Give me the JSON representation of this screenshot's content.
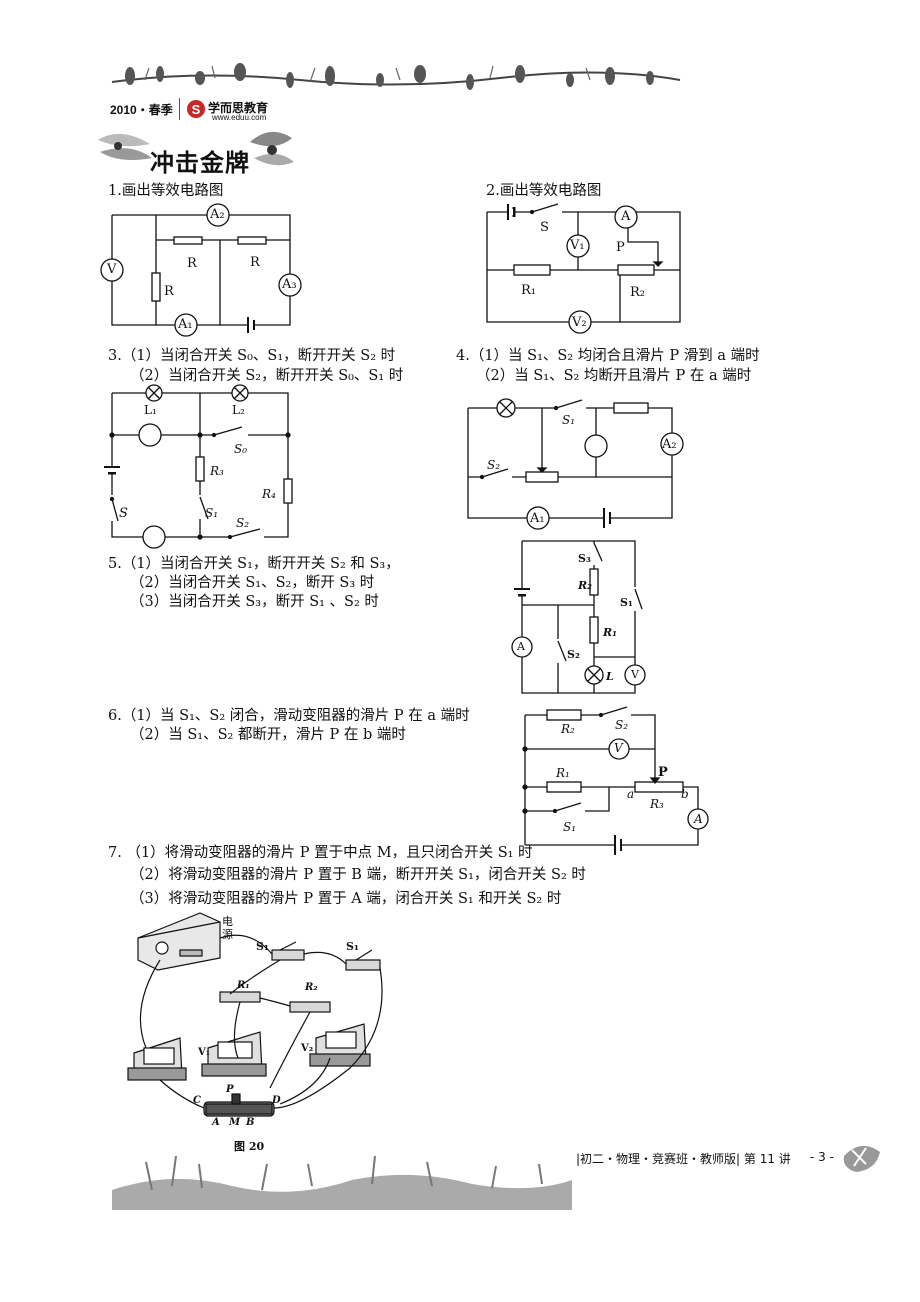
{
  "header": {
    "year_season": "2010・春季",
    "brand_name": "学而思教育",
    "brand_url": "www.eduu.com",
    "title": "冲击金牌"
  },
  "questions": {
    "q1": "1.画出等效电路图",
    "q2": "2.画出等效电路图",
    "q3_line1": "3.（1）当闭合开关 S₀、S₁，断开开关 S₂ 时",
    "q3_line2": "（2）当闭合开关 S₂，断开开关 S₀、S₁ 时",
    "q4_line1": "4.（1）当 S₁、S₂ 均闭合且滑片 P 滑到 a 端时",
    "q4_line2": "（2）当 S₁、S₂ 均断开且滑片 P 在 a 端时",
    "q5_line1": "5.（1）当闭合开关 S₁，断开开关 S₂ 和 S₃，",
    "q5_line2": "（2）当闭合开关 S₁、S₂，断开 S₃ 时",
    "q5_line3": "（3）当闭合开关 S₃，断开 S₁ 、S₂ 时",
    "q6_line1": "6.（1）当 S₁、S₂ 闭合，滑动变阻器的滑片 P 在 a 端时",
    "q6_line2": "（2）当 S₁、S₂ 都断开，滑片 P 在 b 端时",
    "q7_line1": "7. （1）将滑动变阻器的滑片 P 置于中点 M，且只闭合开关 S₁ 时",
    "q7_line2": "（2）将滑动变阻器的滑片 P 置于 B 端，断开开关 S₁，闭合开关 S₂ 时",
    "q7_line3": "（3）将滑动变阻器的滑片 P 置于 A 端，闭合开关 S₁ 和开关 S₂ 时"
  },
  "circuit_labels": {
    "c1": {
      "a2": "A₂",
      "r_top_left": "R",
      "r_top_right": "R",
      "r_left": "R",
      "a1": "A₁",
      "a3": "A₃",
      "v": "V"
    },
    "c2": {
      "s": "S",
      "a": "A",
      "v1": "V₁",
      "p": "P",
      "r1": "R₁",
      "r2": "R₂",
      "v2": "V₂"
    },
    "c3": {
      "l1": "L₁",
      "l2": "L₂",
      "s0": "S₀",
      "r3": "R₃",
      "r4": "R₄",
      "s": "S",
      "s1": "S₁",
      "s2": "S₂"
    },
    "c4": {
      "s1": "S₁",
      "s2": "S₂",
      "a2": "A₂",
      "a1": "A₁"
    },
    "c5": {
      "s3": "S₃",
      "r2": "R₂",
      "s1": "S₁",
      "r1": "R₁",
      "a": "A",
      "s2": "S₂",
      "l": "L",
      "v": "V"
    },
    "c6": {
      "r2": "R₂",
      "s2": "S₂",
      "v": "V",
      "r1": "R₁",
      "p": "P",
      "a": "a",
      "b": "b",
      "r3": "R₃",
      "s1": "S₁",
      "am": "A"
    },
    "c7": {
      "power": "电源",
      "s1": "S₁",
      "s2": "S₁",
      "r1": "R₁",
      "r2": "R₂",
      "v1": "V₁",
      "v2": "V₂",
      "p": "P",
      "c": "C",
      "d": "D",
      "a": "A",
      "m": "M",
      "b": "B",
      "fig": "图 20"
    }
  },
  "footer": {
    "course_info": "|初二・物理・竞赛班・教师版| 第 11 讲",
    "page_number": "- 3 -"
  }
}
